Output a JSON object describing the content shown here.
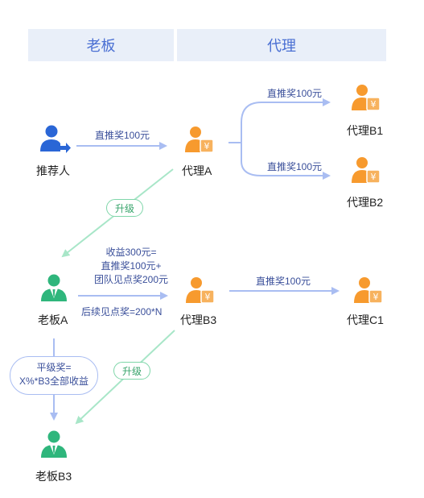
{
  "headers": {
    "boss": "老板",
    "agent": "代理"
  },
  "nodes": {
    "referrer": "推荐人",
    "agent_a": "代理A",
    "agent_b1": "代理B1",
    "agent_b2": "代理B2",
    "boss_a": "老板A",
    "agent_b3": "代理B3",
    "agent_c1": "代理C1",
    "boss_b3": "老板B3"
  },
  "edges": {
    "referrer_to_a": "直推奖100元",
    "a_to_b1": "直推奖100元",
    "a_to_b2": "直推奖100元",
    "b3_to_c1": "直推奖100元",
    "boss_a_income": [
      "收益300元=",
      "直推奖100元+",
      "团队见点奖200元"
    ],
    "followup": "后续见点奖=200*N",
    "upgrade_1": "升级",
    "upgrade_2": "升级",
    "peer_bonus": [
      "平级奖=",
      "X%*B3全部收益"
    ]
  },
  "colors": {
    "header_bg": "#e9eff9",
    "header_text": "#4a6fd3",
    "arrow_blue": "#a9bdf2",
    "upgrade_green": "#a8e6c8",
    "agent_orange": "#f79a2e",
    "boss_green": "#2fb67c",
    "referrer_blue": "#2a66d6"
  },
  "icons": {
    "referrer": "person-transfer-icon",
    "agent": "person-yen-card-icon",
    "boss": "person-suit-icon"
  }
}
